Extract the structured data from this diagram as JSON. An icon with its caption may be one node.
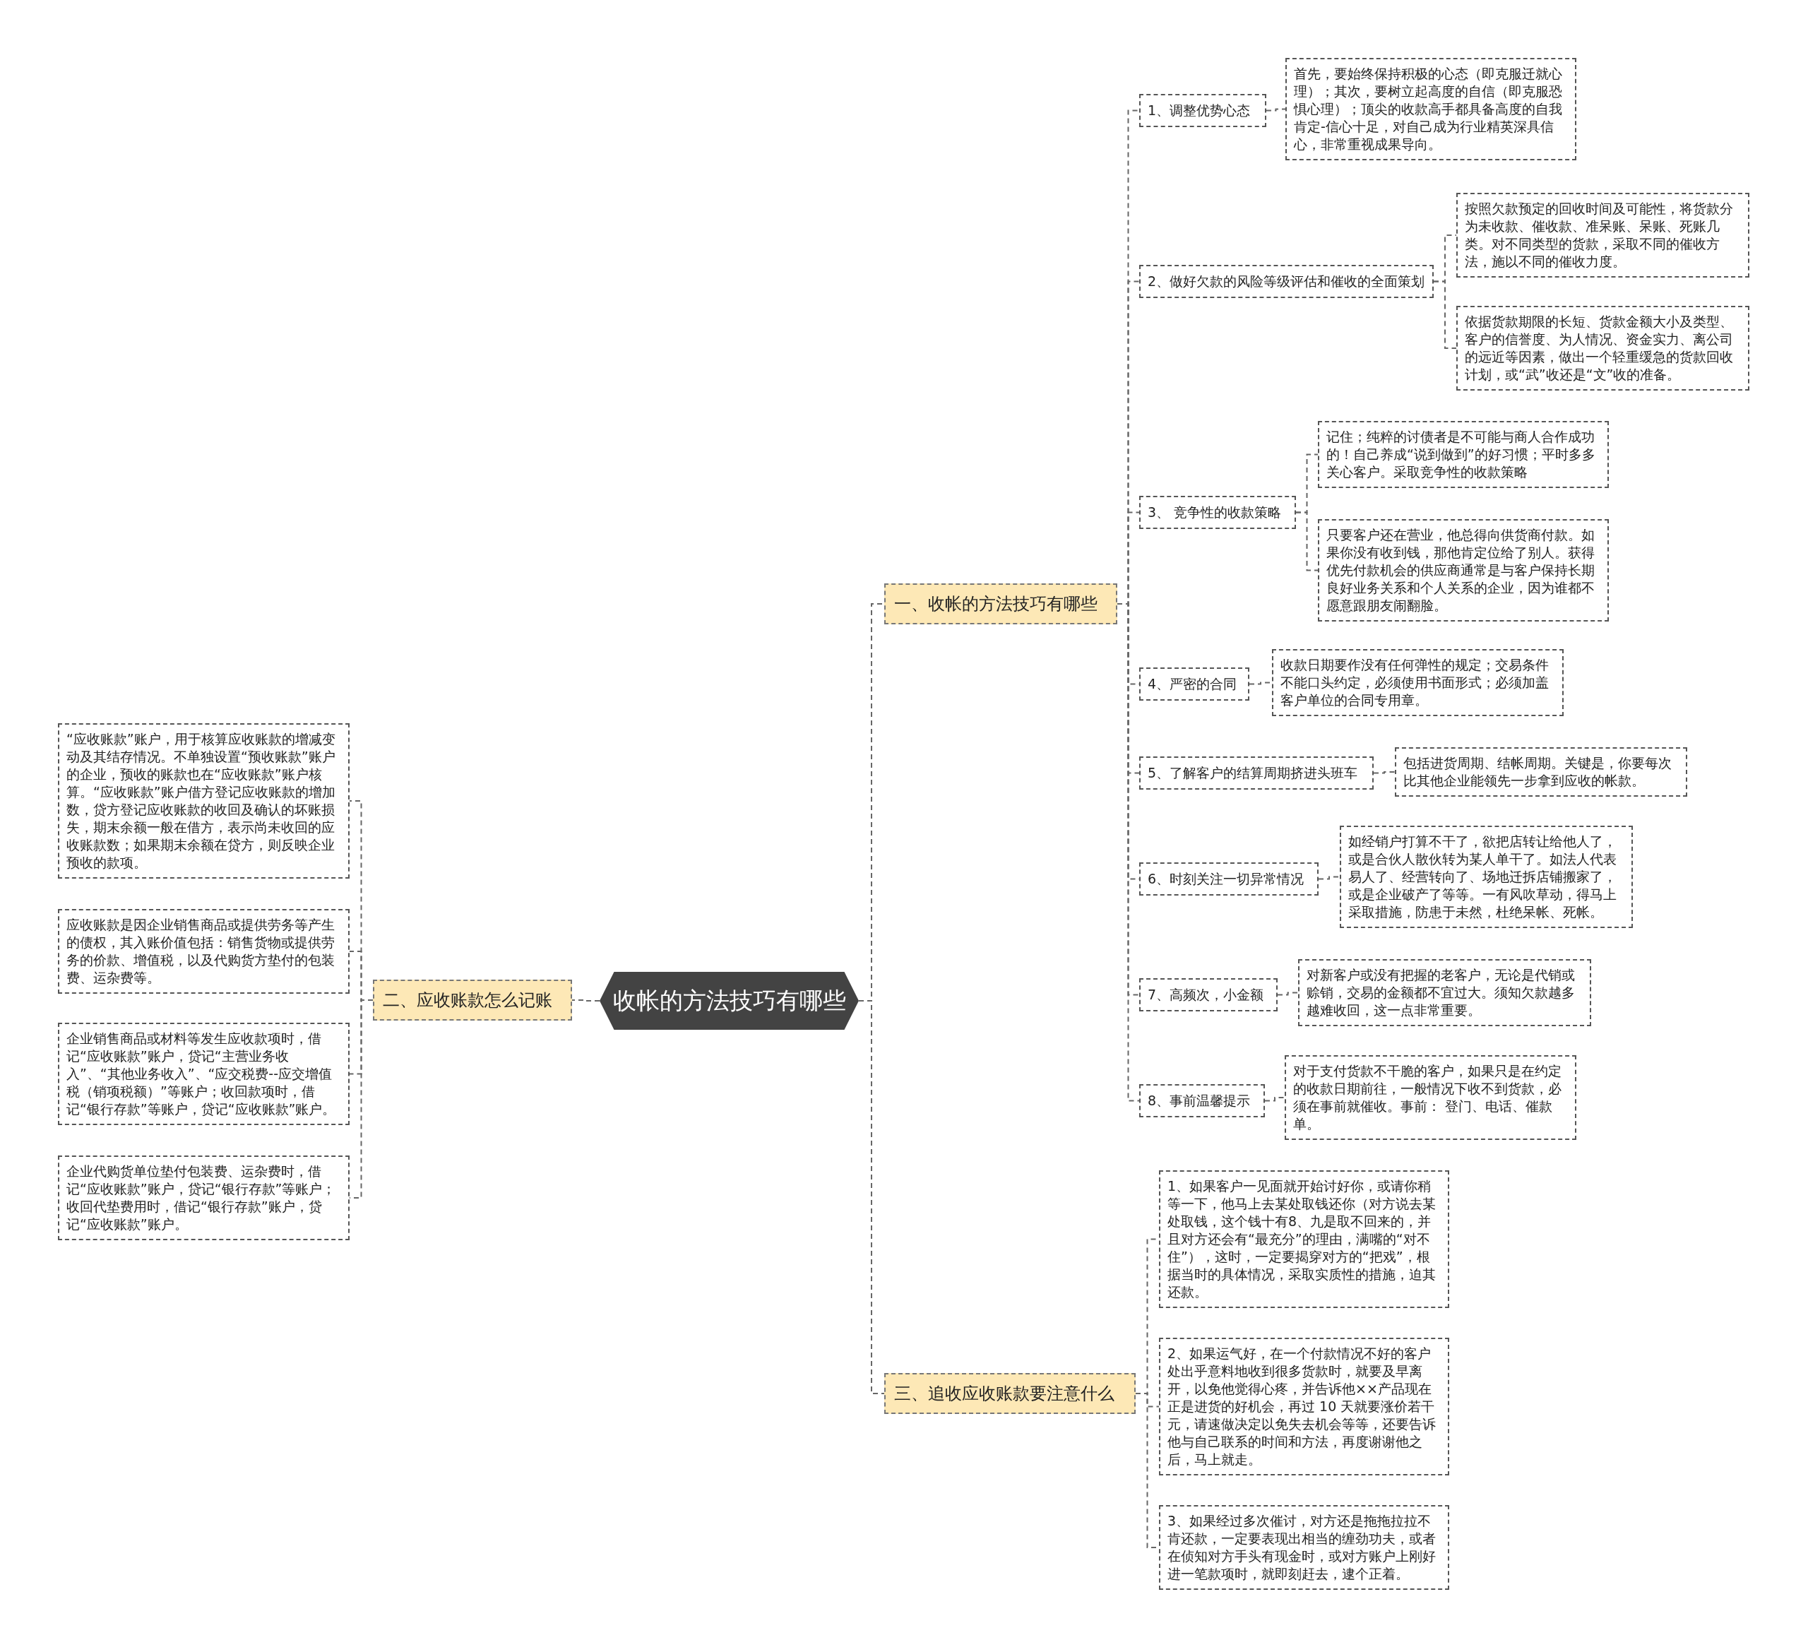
{
  "diagram": {
    "nodes": [
      {
        "text": [
          "收帐的方法技巧有哪些"
        ]
      },
      {
        "text": [
          "一、收帐的方法技巧有哪些"
        ]
      },
      {
        "text": [
          "1、调整优势心态"
        ]
      },
      {
        "text": [
          "首先，要始终保持积极的心态（即克服迁就心理）；其次，要树立起高度的自信（即克服恐惧心理）；顶尖的收款高手都具备高度的自我肯定-信心十足，对自己成为行业精英深具信心，非常重视成果导向。"
        ]
      },
      {
        "text": [
          "2、做好欠款的风险等级评估和催收的全面策划"
        ]
      },
      {
        "text": [
          "按照欠款预定的回收时间及可能性，将货款分为未收款、催收款、准呆账、呆账、死账几类。对不同类型的货款，采取不同的催收方法，施以不同的催收力度。"
        ]
      },
      {
        "text": [
          "依据货款期限的长短、货款金额大小及类型、客户的信誉度、为人情况、资金实力、离公司的远近等因素，做出一个轻重缓急的货款回收计划，或“武”收还是“文”收的准备。"
        ]
      },
      {
        "text": [
          "3、 竞争性的收款策略"
        ]
      },
      {
        "text": [
          "记住；纯粹的讨债者是不可能与商人合作成功的！自己养成“说到做到”的好习惯；平时多多关心客户。采取竞争性的收款策略"
        ]
      },
      {
        "text": [
          "只要客户还在营业，他总得向供货商付款。如果你没有收到钱，那他肯定位给了别人。获得优先付款机会的供应商通常是与客户保持长期良好业务关系和个人关系的企业，因为谁都不愿意跟朋友闹翻脸。"
        ]
      },
      {
        "text": [
          "4、严密的合同"
        ]
      },
      {
        "text": [
          "收款日期要作没有任何弹性的规定；交易条件不能口头约定，必须使用书面形式；必须加盖客户单位的合同专用章。"
        ]
      },
      {
        "text": [
          "5、了解客户的结算周期挤进头班车"
        ]
      },
      {
        "text": [
          "包括进货周期、结帐周期。关键是，你要每次比其他企业能领先一步拿到应收的帐款。"
        ]
      },
      {
        "text": [
          "6、时刻关注一切异常情况"
        ]
      },
      {
        "text": [
          "如经销户打算不干了，欲把店转让给他人了，或是合伙人散伙转为某人单干了。如法人代表易人了、经营转向了、场地迁拆店铺搬家了，或是企业破产了等等。一有风吹草动，得马上采取措施，防患于未然，杜绝呆帐、死帐。"
        ]
      },
      {
        "text": [
          "7、高频次，小金额"
        ]
      },
      {
        "text": [
          "对新客户或没有把握的老客户，无论是代销或赊销，交易的金额都不宜过大。须知欠款越多越难收回，这一点非常重要。"
        ]
      },
      {
        "text": [
          "8、事前温馨提示"
        ]
      },
      {
        "text": [
          "对于支付货款不干脆的客户，如果只是在约定的收款日期前往，一般情况下收不到货款，必须在事前就催收。事前： 登门、电话、催款单。"
        ]
      },
      {
        "text": [
          "二、应收账款怎么记账"
        ]
      },
      {
        "text": [
          "“应收账款”账户，用于核算应收账款的增减变动及其结存情况。不单独设置“预收账款”账户的企业，预收的账款也在“应收账款”账户核算。“应收账款”账户借方登记应收账款的增加数，贷方登记应收账款的收回及确认的坏账损失，期末余额一般在借方，表示尚未收回的应收账款数；如果期末余额在贷方，则反映企业预收的款项。"
        ]
      },
      {
        "text": [
          "应收账款是因企业销售商品或提供劳务等产生的债权，其入账价值包括：销售货物或提供劳务的价款、增值税，以及代购货方垫付的包装费、运杂费等。"
        ]
      },
      {
        "text": [
          "企业销售商品或材料等发生应收款项时，借记“应收账款”账户，贷记“主营业务收入”、“其他业务收入”、“应交税费--应交增值税（销项税额）”等账户；收回款项时，借记“银行存款”等账户，贷记“应收账款”账户。"
        ]
      },
      {
        "text": [
          "企业代购货单位垫付包装费、运杂费时，借记“应收账款”账户，贷记“银行存款”等账户；收回代垫费用时，借记“银行存款”账户，贷记“应收账款”账户。"
        ]
      },
      {
        "text": [
          "三、追收应收账款要注意什么"
        ]
      },
      {
        "text": [
          "1、如果客户一见面就开始讨好你，或请你稍等一下，他马上去某处取钱还你（对方说去某处取钱，这个钱十有8、九是取不回来的，并且对方还会有“最充分”的理由，满嘴的“对不住”），这时，一定要揭穿对方的“把戏”，根据当时的具体情况，采取实质性的措施，迫其还款。"
        ]
      },
      {
        "text": [
          "2、如果运气好，在一个付款情况不好的客户处出乎意料地收到很多货款时，就要及早离开，以免他觉得心疼，并告诉他××产品现在正是进货的好机会，再过 10 天就要涨价若干元，请速做决定以免失去机会等等，还要告诉他与自己联系的时间和方法，再度谢谢他之后，马上就走。"
        ]
      },
      {
        "text": [
          "3、如果经过多次催讨，对方还是拖拖拉拉不肯还款，一定要表现出相当的缠劲功夫，或者在侦知对方手头有现金时，或对方账户上刚好进一笔款项时，就即刻赶去，逮个正着。"
        ]
      }
    ],
    "edges": [
      {
        "from": 0,
        "to": 1,
        "arrow": "none"
      },
      {
        "from": 1,
        "to": 2,
        "arrow": "none"
      },
      {
        "from": 2,
        "to": 3,
        "arrow": "none"
      },
      {
        "from": 1,
        "to": 4,
        "arrow": "none"
      },
      {
        "from": 4,
        "to": 5,
        "arrow": "none"
      },
      {
        "from": 4,
        "to": 6,
        "arrow": "none"
      },
      {
        "from": 1,
        "to": 7,
        "arrow": "none"
      },
      {
        "from": 7,
        "to": 8,
        "arrow": "none"
      },
      {
        "from": 7,
        "to": 9,
        "arrow": "none"
      },
      {
        "from": 1,
        "to": 10,
        "arrow": "none"
      },
      {
        "from": 10,
        "to": 11,
        "arrow": "none"
      },
      {
        "from": 1,
        "to": 12,
        "arrow": "none"
      },
      {
        "from": 12,
        "to": 13,
        "arrow": "none"
      },
      {
        "from": 1,
        "to": 14,
        "arrow": "none"
      },
      {
        "from": 14,
        "to": 15,
        "arrow": "none"
      },
      {
        "from": 1,
        "to": 16,
        "arrow": "none"
      },
      {
        "from": 16,
        "to": 17,
        "arrow": "none"
      },
      {
        "from": 1,
        "to": 18,
        "arrow": "none"
      },
      {
        "from": 18,
        "to": 19,
        "arrow": "none"
      },
      {
        "from": 0,
        "to": 20,
        "arrow": "none"
      },
      {
        "from": 20,
        "to": 21,
        "arrow": "none"
      },
      {
        "from": 20,
        "to": 22,
        "arrow": "none"
      },
      {
        "from": 20,
        "to": 23,
        "arrow": "none"
      },
      {
        "from": 20,
        "to": 24,
        "arrow": "none"
      },
      {
        "from": 0,
        "to": 25,
        "arrow": "none"
      },
      {
        "from": 25,
        "to": 26,
        "arrow": "none"
      },
      {
        "from": 25,
        "to": 27,
        "arrow": "none"
      },
      {
        "from": 25,
        "to": 28,
        "arrow": "none"
      }
    ]
  }
}
